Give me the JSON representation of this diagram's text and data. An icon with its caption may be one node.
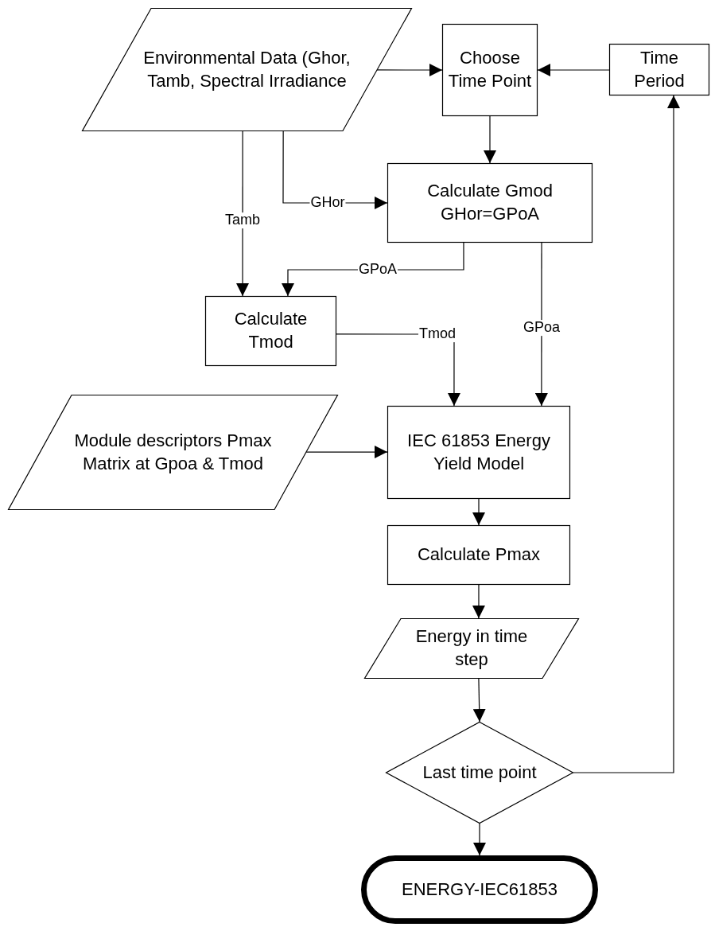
{
  "diagram": {
    "nodes": [
      {
        "text": [
          "Environmental Data (Ghor, Tamb, Spectral Irradiance"
        ]
      },
      {
        "text": [
          "Choose Time Point"
        ]
      },
      {
        "text": [
          "Time Period"
        ]
      },
      {
        "text": [
          "Calculate Gmod GHor=GPoA"
        ]
      },
      {
        "text": [
          "Calculate Tmod"
        ]
      },
      {
        "text": [
          "Module descriptors Pmax Matrix at Gpoa & Tmod"
        ]
      },
      {
        "text": [
          "IEC 61853 Energy Yield Model"
        ]
      },
      {
        "text": [
          "Calculate Pmax"
        ]
      },
      {
        "text": [
          "Energy in time step"
        ]
      },
      {
        "text": [
          "Last time point"
        ]
      },
      {
        "text": [
          "ENERGY-IEC61853"
        ]
      }
    ],
    "edges": [
      {
        "from": 0,
        "to": 1,
        "arrow": "to"
      },
      {
        "from": 2,
        "to": 1,
        "arrow": "to"
      },
      {
        "from": 1,
        "to": 3,
        "arrow": "to"
      },
      {
        "from": 0,
        "to": 3,
        "arrow": "to",
        "label": "GHor"
      },
      {
        "from": 0,
        "to": 4,
        "arrow": "to",
        "label": "Tamb"
      },
      {
        "from": 3,
        "to": 4,
        "arrow": "to",
        "label": "GPoA"
      },
      {
        "from": 4,
        "to": 6,
        "arrow": "to",
        "label": "Tmod"
      },
      {
        "from": 3,
        "to": 6,
        "arrow": "to",
        "label": "GPoa"
      },
      {
        "from": 5,
        "to": 6,
        "arrow": "to"
      },
      {
        "from": 6,
        "to": 7,
        "arrow": "to"
      },
      {
        "from": 7,
        "to": 8,
        "arrow": "to"
      },
      {
        "from": 8,
        "to": 9,
        "arrow": "to"
      },
      {
        "from": 9,
        "to": 10,
        "arrow": "to"
      },
      {
        "from": 9,
        "to": 2,
        "arrow": "to"
      }
    ]
  }
}
